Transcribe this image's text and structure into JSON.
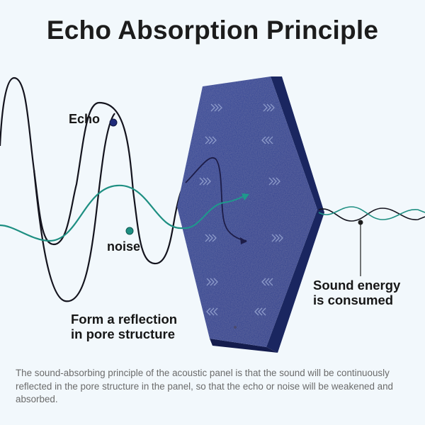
{
  "title": "Echo Absorption Principle",
  "labels": {
    "echo": "Echo",
    "noise": "noise",
    "reflection_line1": "Form a reflection",
    "reflection_line2": "in pore structure",
    "consumed_line1": "Sound energy",
    "consumed_line2": "is consumed"
  },
  "caption": "The sound-absorbing principle of the acoustic panel is that the sound will be continuously reflected in the pore structure in the panel, so that the echo or noise will be weakened and absorbed.",
  "colors": {
    "background": "#f2f8fc",
    "panel_face": "#2b3f8e",
    "panel_side": "#1a2660",
    "echo_wave": "#14141e",
    "noise_wave": "#1e8f82",
    "echo_marker": "#1e2a7a",
    "noise_marker": "#1e8f82"
  }
}
